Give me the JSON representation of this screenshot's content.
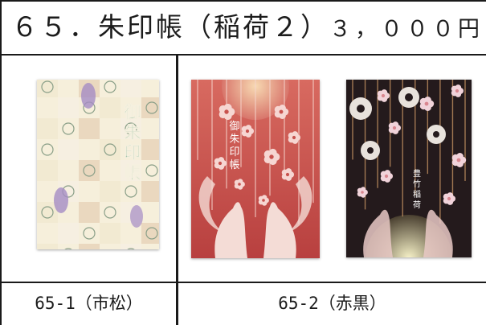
{
  "title": {
    "main": "６５．朱印帳（稲荷２）",
    "price": "３，０００円"
  },
  "items": [
    {
      "id": "65-1",
      "caption": "65-1（市松）",
      "cover_text": [
        "御",
        "朱",
        "印",
        "帳"
      ],
      "colors": {
        "cream": "#f2ead2",
        "lavender": "#c9b2d3",
        "green": "#7fae88",
        "text": "#6dab8a"
      }
    },
    {
      "id": "65-2",
      "caption": "65-2（赤黒）",
      "variants": [
        {
          "name": "red",
          "cover_text": [
            "御",
            "朱",
            "印",
            "帳"
          ],
          "colors": {
            "bg": "#c8524e",
            "text": "#ffffff"
          }
        },
        {
          "name": "black",
          "cover_text": [
            "豊",
            "竹",
            "稲",
            "荷"
          ],
          "colors": {
            "bg": "#241a1c",
            "text": "#ffffff"
          }
        }
      ]
    }
  ]
}
